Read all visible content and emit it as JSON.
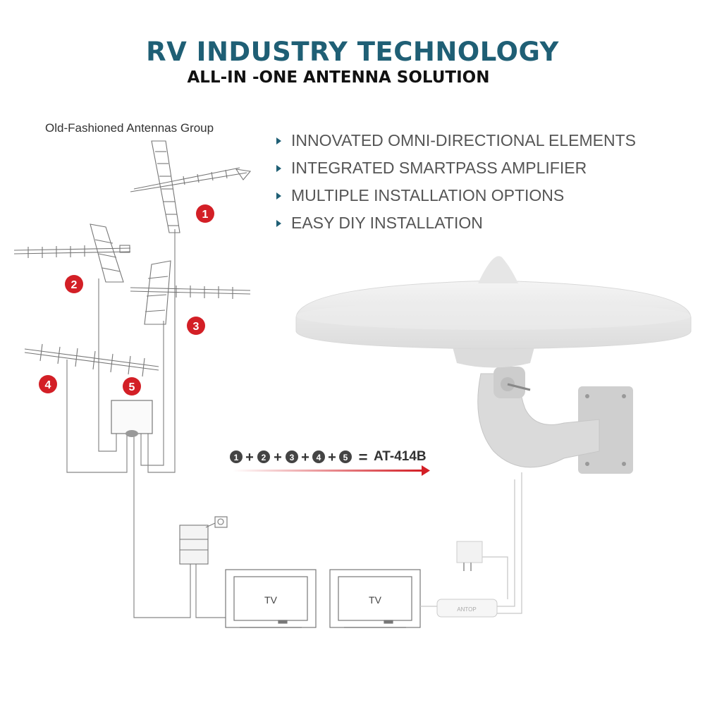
{
  "header": {
    "title": "RV INDUSTRY TECHNOLOGY",
    "subtitle": "ALL-IN -ONE ANTENNA SOLUTION"
  },
  "old_group": {
    "label": "Old-Fashioned  Antennas Group",
    "markers": [
      "1",
      "2",
      "3",
      "4",
      "5"
    ]
  },
  "features": [
    "INNOVATED OMNI-DIRECTIONAL ELEMENTS",
    "INTEGRATED SMARTPASS AMPLIFIER",
    "MULTIPLE INSTALLATION OPTIONS",
    "EASY DIY INSTALLATION"
  ],
  "equation": {
    "terms": [
      "1",
      "2",
      "3",
      "4",
      "5"
    ],
    "result": "AT-414B"
  },
  "tvs": [
    {
      "label": "TV"
    },
    {
      "label": "TV"
    }
  ],
  "amplifier_brand": "ANTOP",
  "colors": {
    "title": "#1f5f75",
    "marker": "#d31f26",
    "text": "#555555"
  }
}
